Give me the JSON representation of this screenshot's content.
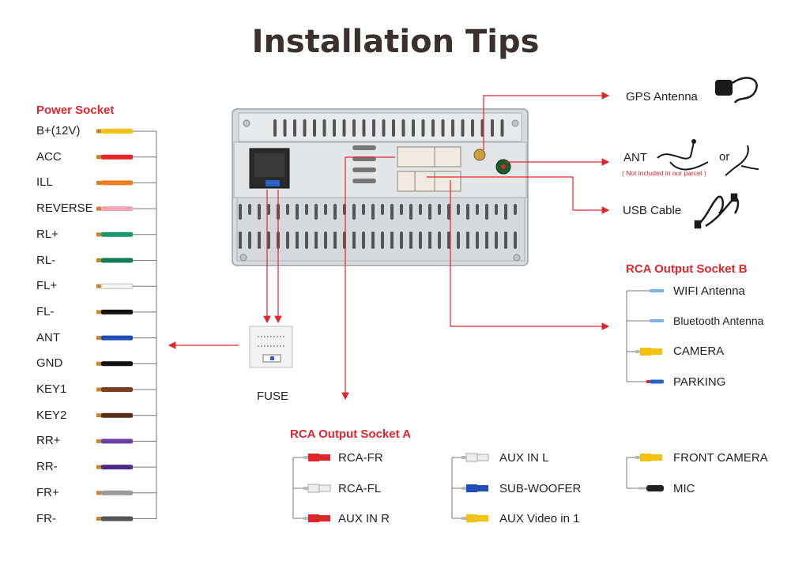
{
  "title": "Installation Tips",
  "power_socket": {
    "heading": "Power Socket",
    "wires": [
      {
        "label": "B+(12V)",
        "color": "#f2c20f"
      },
      {
        "label": "ACC",
        "color": "#e8232a"
      },
      {
        "label": "ILL",
        "color": "#f07d1e"
      },
      {
        "label": "REVERSE",
        "color": "#f4a3b4"
      },
      {
        "label": "RL+",
        "color": "#1a9a6c"
      },
      {
        "label": "RL-",
        "color": "#0f7a55"
      },
      {
        "label": "FL+",
        "color": "#f4f4f4"
      },
      {
        "label": "FL-",
        "color": "#111111"
      },
      {
        "label": "ANT",
        "color": "#1f4fb4"
      },
      {
        "label": "GND",
        "color": "#111111"
      },
      {
        "label": "KEY1",
        "color": "#7a3e22"
      },
      {
        "label": "KEY2",
        "color": "#5a2c1a"
      },
      {
        "label": "RR+",
        "color": "#6b3fa8"
      },
      {
        "label": "RR-",
        "color": "#4b2c8a"
      },
      {
        "label": "FR+",
        "color": "#9a9a9a"
      },
      {
        "label": "FR-",
        "color": "#555555"
      }
    ]
  },
  "fuse_label": "FUSE",
  "gps_antenna": "GPS Antenna",
  "ant": {
    "label": "ANT",
    "or": "or",
    "note": "( Not included in our parcel )"
  },
  "usb_cable": "USB Cable",
  "rca_b": {
    "heading": "RCA Output Socket B",
    "items": [
      {
        "label": "WIFI Antenna",
        "icon": "wifi-antenna-connector"
      },
      {
        "label": "Bluetooth Antenna",
        "icon": "bluetooth-antenna-connector"
      },
      {
        "label": "CAMERA",
        "icon": "yellow-rca"
      },
      {
        "label": "PARKING",
        "icon": "wire-plug"
      }
    ]
  },
  "rca_a": {
    "heading": "RCA Output Socket A",
    "col1": [
      {
        "label": "RCA-FR",
        "color": "#e0262d"
      },
      {
        "label": "RCA-FL",
        "color": "#eeeeee"
      },
      {
        "label": "AUX IN R",
        "color": "#e0262d"
      }
    ],
    "col2": [
      {
        "label": "AUX IN L",
        "color": "#eeeeee"
      },
      {
        "label": "SUB-WOOFER",
        "color": "#1f4fb4"
      },
      {
        "label": "AUX Video in 1",
        "color": "#f2c20f"
      }
    ],
    "col3": [
      {
        "label": "FRONT CAMERA",
        "color": "#f2c20f"
      },
      {
        "label": "MIC",
        "color": "#222222"
      }
    ]
  },
  "colors": {
    "accent_red": "#e0262d",
    "line_gray": "#777777"
  }
}
